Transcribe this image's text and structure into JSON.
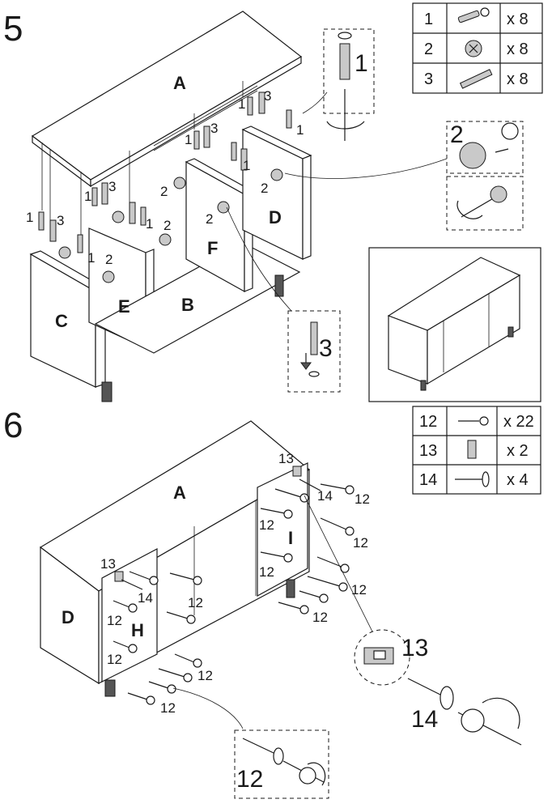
{
  "steps": [
    {
      "number": "5",
      "panels": [
        "A",
        "B",
        "C",
        "D",
        "E",
        "F"
      ],
      "parts_table": [
        {
          "part": "1",
          "qty": "x 8",
          "icon": "cam-bolt-icon"
        },
        {
          "part": "2",
          "qty": "x 8",
          "icon": "cam-lock-icon"
        },
        {
          "part": "3",
          "qty": "x 8",
          "icon": "wooden-dowel-icon"
        }
      ],
      "callouts": [
        "1",
        "2",
        "3"
      ],
      "part_labels": [
        "1",
        "2",
        "3"
      ]
    },
    {
      "number": "6",
      "panels": [
        "A",
        "D",
        "H",
        "I"
      ],
      "parts_table": [
        {
          "part": "12",
          "qty": "x 22",
          "icon": "short-screw-icon"
        },
        {
          "part": "13",
          "qty": "x 2",
          "icon": "hinge-plate-icon"
        },
        {
          "part": "14",
          "qty": "x 4",
          "icon": "long-screw-icon"
        }
      ],
      "callouts": [
        "13",
        "14",
        "12"
      ],
      "part_labels": [
        "12",
        "13",
        "14"
      ]
    }
  ],
  "colors": {
    "line": "#1a1a1a",
    "fill": "#ffffff",
    "shade": "#c9c9c9"
  }
}
